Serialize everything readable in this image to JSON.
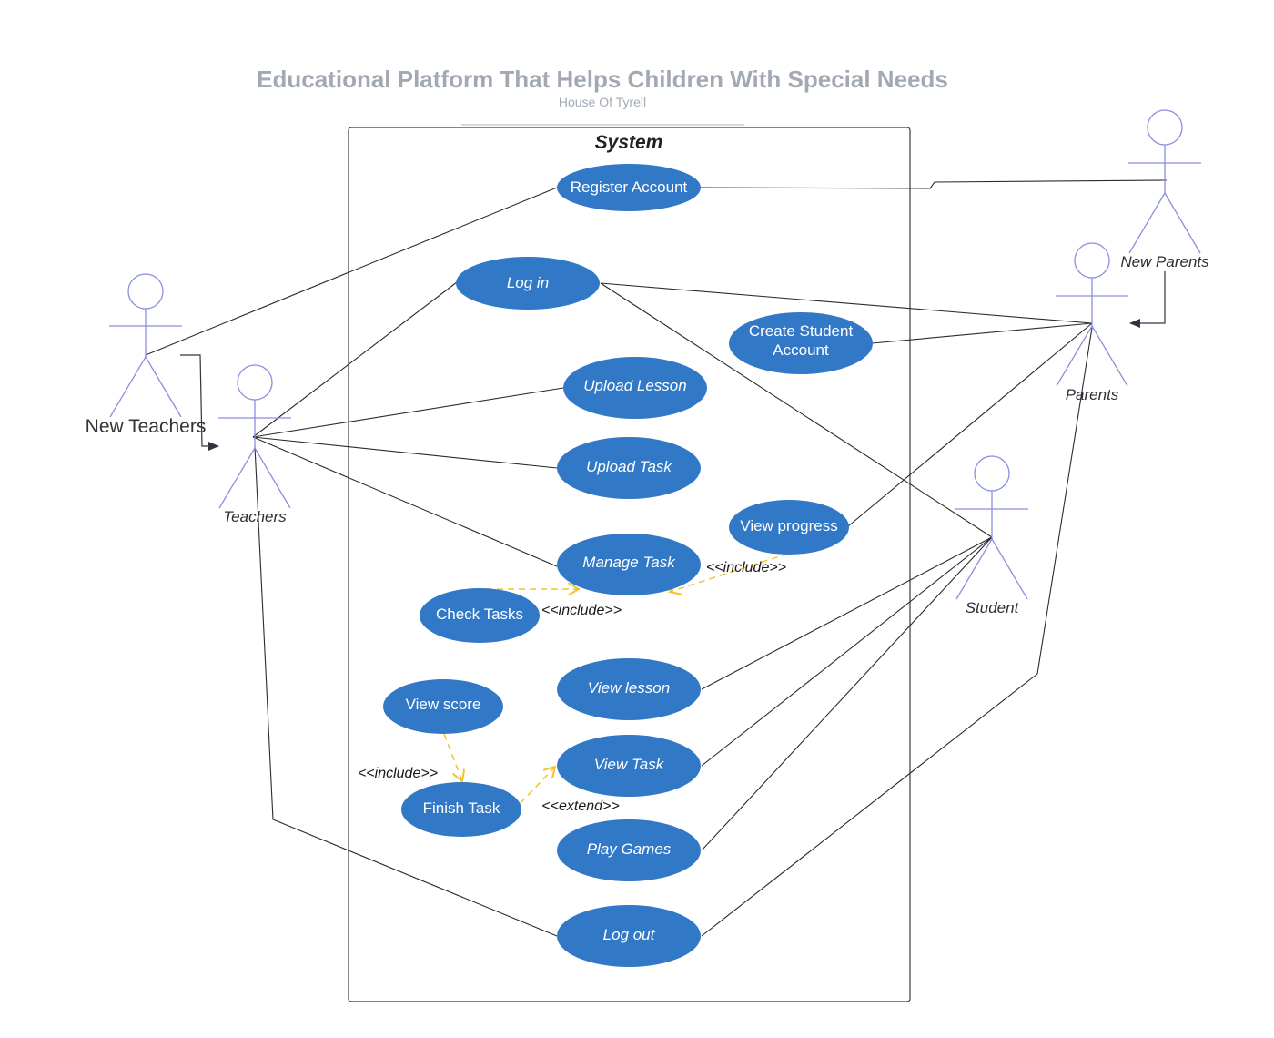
{
  "diagram": {
    "title": "Educational Platform That Helps Children With Special Needs",
    "subtitle": "House Of Tyrell",
    "system_label": "System",
    "colors": {
      "usecase_fill": "#3178c6",
      "actor_stroke": "#8a8ee0",
      "association": "#2b2b2b",
      "dependency": "#f2c230",
      "title": "#a2a9b3"
    },
    "actors": {
      "new_teachers": "New Teachers",
      "teachers": "Teachers",
      "new_parents": "New Parents",
      "parents": "Parents",
      "student": "Student"
    },
    "use_cases": {
      "register_account": "Register Account",
      "log_in": "Log in",
      "create_student_account_1": "Create Student",
      "create_student_account_2": "Account",
      "upload_lesson": "Upload Lesson",
      "upload_task": "Upload Task",
      "view_progress": "View progress",
      "manage_task": "Manage Task",
      "check_tasks": "Check Tasks",
      "view_lesson": "View lesson",
      "view_score": "View score",
      "view_task": "View Task",
      "finish_task": "Finish Task",
      "play_games": "Play Games",
      "log_out": "Log out"
    },
    "relations": {
      "include_progress": "<<include>>",
      "include_check": "<<include>>",
      "include_score": "<<include>>",
      "extend_task": "<<extend>>"
    }
  }
}
